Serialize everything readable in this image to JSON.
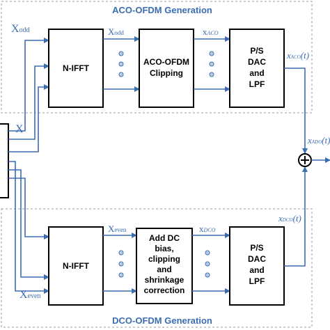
{
  "regions": {
    "aco_title": "ACO-OFDM Generation",
    "dco_title": "DCO-OFDM Generation"
  },
  "blocks": {
    "aco_ifft": [
      "N-IFFT"
    ],
    "aco_clip": [
      "ACO-OFDM",
      "Clipping"
    ],
    "aco_ps": [
      "P/S",
      "DAC",
      "and",
      "LPF"
    ],
    "dco_ifft": [
      "N-IFFT"
    ],
    "dco_dc": [
      "Add DC",
      "bias,",
      "clipping",
      "and",
      "shrinkage",
      "correction"
    ],
    "dco_ps": [
      "P/S",
      "DAC",
      "and",
      "LPF"
    ]
  },
  "signals": {
    "x_odd_in": {
      "main": "X",
      "sub": "odd"
    },
    "x_odd_mid": {
      "main": "X",
      "sub": "odd"
    },
    "x_aco_mid": {
      "main": "x",
      "sub": "ACO"
    },
    "x_aco_out": {
      "main": "x",
      "sub": "ACO",
      "arg": "(t)"
    },
    "x_in": {
      "main": "X",
      "sub": ""
    },
    "x_ado_out": {
      "main": "x",
      "sub": "ADO",
      "arg": "(t)"
    },
    "x_dco_out": {
      "main": "x",
      "sub": "DCO",
      "arg": "(t)"
    },
    "x_even_mid": {
      "main": "X",
      "sub": "even"
    },
    "x_dco_mid": {
      "main": "x",
      "sub": "DCO"
    },
    "x_even_in": {
      "main": "X",
      "sub": "even"
    }
  },
  "icons": {
    "adder": "plus-circle-icon"
  },
  "colors": {
    "signal": "#3b6db3",
    "block_border": "#000000",
    "region_border": "#9a9a9a"
  }
}
